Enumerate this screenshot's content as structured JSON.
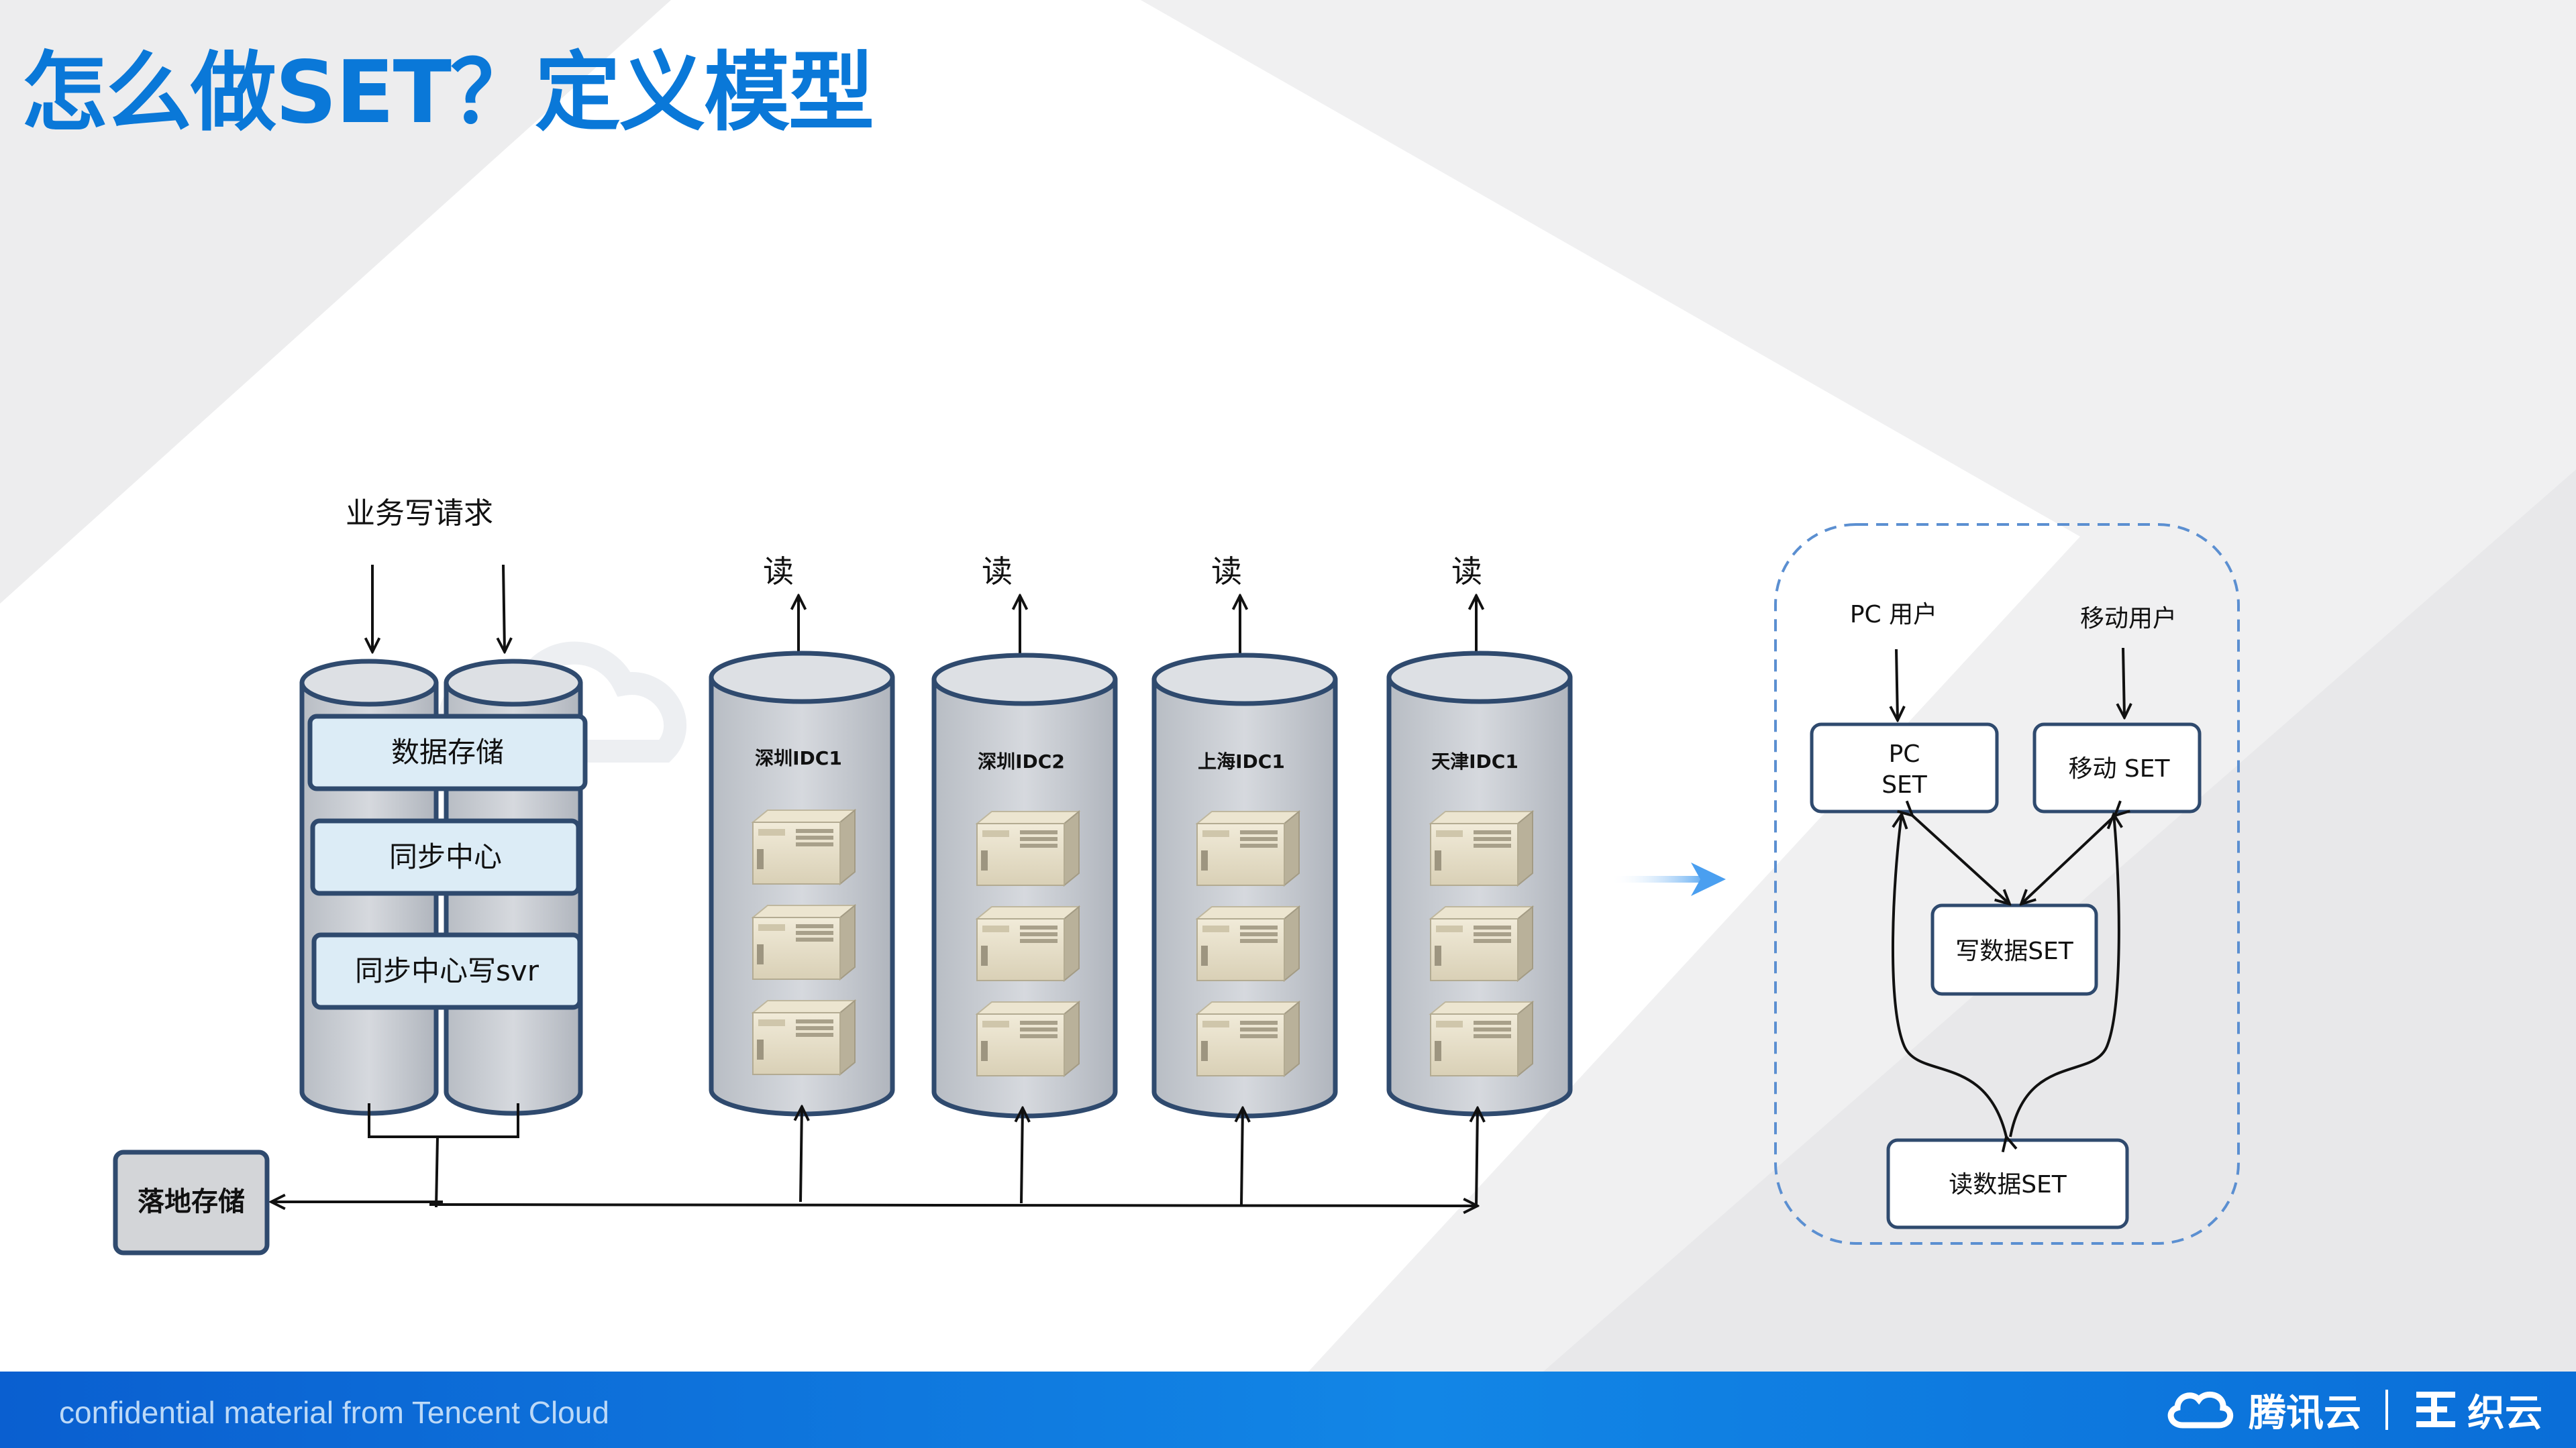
{
  "title": "怎么做SET？定义模型",
  "write_model": {
    "request_label": "业务写请求",
    "modules": [
      "数据存储",
      "同步中心",
      "同步中心写svr"
    ],
    "storage_label": "落地存储"
  },
  "idcs": [
    {
      "name": "深圳IDC1",
      "read_label": "读"
    },
    {
      "name": "深圳IDC2",
      "read_label": "读"
    },
    {
      "name": "上海IDC1",
      "read_label": "读"
    },
    {
      "name": "天津IDC1",
      "read_label": "读"
    }
  ],
  "set_model": {
    "pc_user_label": "PC 用户",
    "mobile_user_label": "移动用户",
    "pc_set_line1": "PC",
    "pc_set_line2": "SET",
    "mobile_set": "移动  SET",
    "write_set": "写数据SET",
    "read_set": "读数据SET"
  },
  "footer": {
    "confidential": "confidential material from Tencent Cloud",
    "brand": "腾讯云",
    "brand2": "织云"
  },
  "colors": {
    "title": "#0a78d8",
    "cylinder_fill": "#c8ccd2",
    "cylinder_stroke": "#2f4a6e",
    "module_fill": "#dcecf6",
    "dashed_border": "#5b8fd1",
    "footer": "#0a6ed8"
  }
}
